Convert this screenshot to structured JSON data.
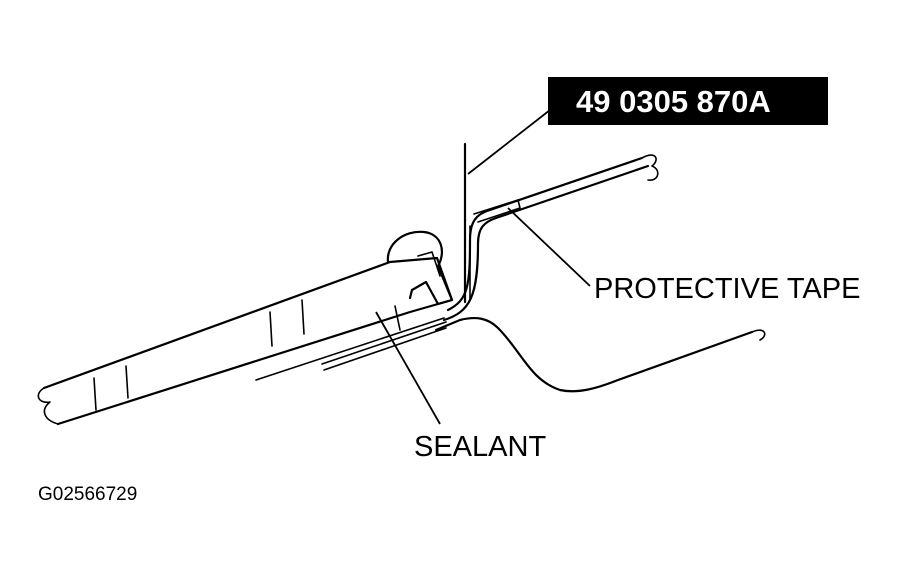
{
  "tool_number": "49 0305 870A",
  "labels": {
    "protective_tape": "PROTECTIVE TAPE",
    "sealant": "SEALANT"
  },
  "figure_id": "G02566729",
  "colors": {
    "ink": "#000000",
    "background": "#ffffff"
  }
}
